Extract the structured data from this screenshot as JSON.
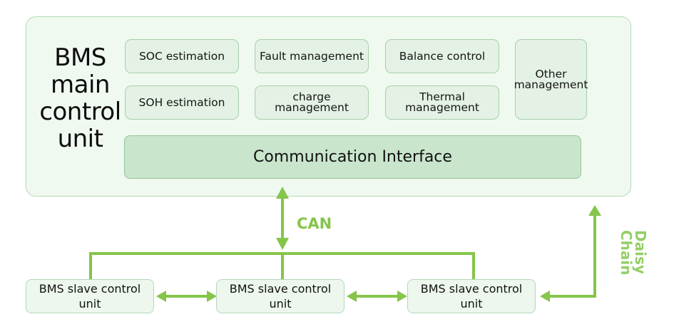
{
  "main_unit": {
    "title": "BMS main control unit",
    "modules": [
      "SOC estimation",
      "Fault management",
      "Balance control",
      "SOH estimation",
      "charge management",
      "Thermal management",
      "Other management"
    ],
    "comm_interface": "Communication Interface"
  },
  "bus_labels": {
    "can": "CAN",
    "daisy_chain": "Daisy Chain"
  },
  "slaves": [
    "BMS slave control unit",
    "BMS slave control unit",
    "BMS slave control unit"
  ],
  "colors": {
    "connector": "#84c54a",
    "main_background": "#f0f9f0",
    "module_fill": "#e3f2e4",
    "interface_fill": "#c9e6cc",
    "border": "#a7cfac"
  }
}
